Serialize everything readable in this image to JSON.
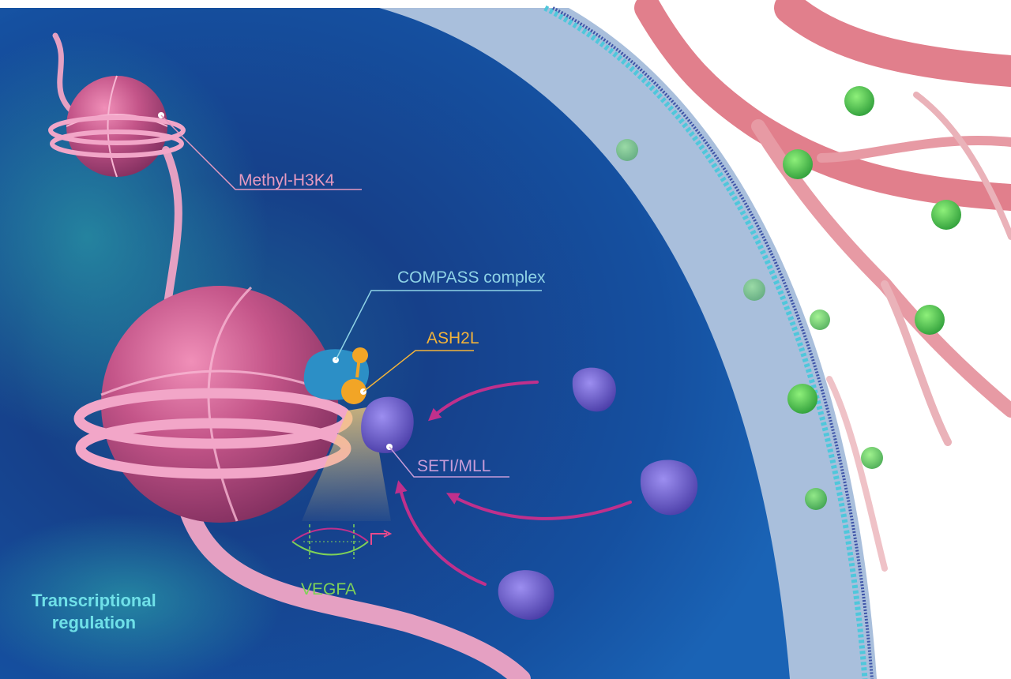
{
  "labels": {
    "methyl_h3k4": "Methyl-H3K4",
    "compass_complex": "COMPASS complex",
    "ash2l": "ASH2L",
    "set1_mll": "SETI/MLL",
    "vegfa": "VEGFA",
    "transcriptional_regulation": [
      "Transcriptional",
      "regulation"
    ]
  },
  "colors": {
    "nucleus_blue": "#123f86",
    "nucleosome_pink": "#b84a7c",
    "compass_blue": "#2c8fc6",
    "ash2l_orange": "#f2a526",
    "set1_purple": "#6a5fc4",
    "vegf_green": "#4cc04a",
    "vessel_red": "#e07a86",
    "membrane_cyan": "#4fc7db"
  }
}
